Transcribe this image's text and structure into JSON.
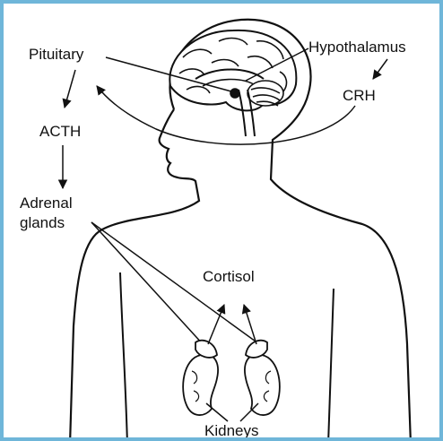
{
  "labels": {
    "pituitary": "Pituitary",
    "hypothalamus": "Hypothalamus",
    "crh": "CRH",
    "acth": "ACTH",
    "adrenal_line1": "Adrenal",
    "adrenal_line2": "glands",
    "cortisol": "Cortisol",
    "kidneys": "Kidneys"
  },
  "colors": {
    "frame": "#6fb6d9",
    "ink": "#111111"
  }
}
